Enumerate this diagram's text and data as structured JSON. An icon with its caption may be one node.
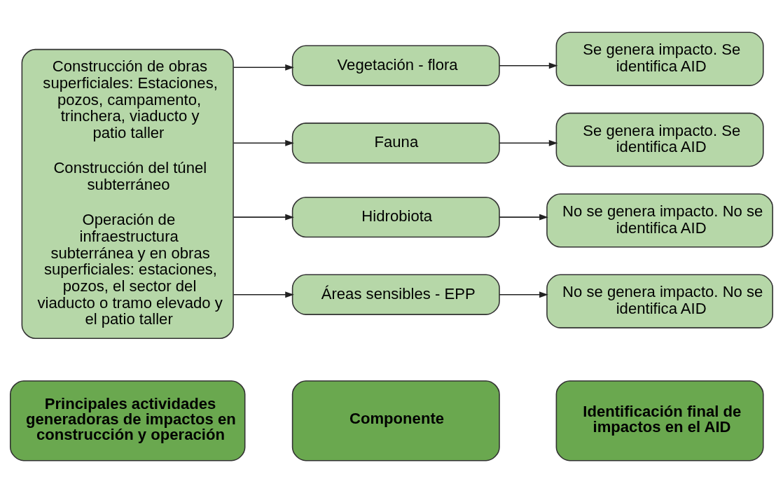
{
  "diagram": {
    "nodes": [
      {
        "text": [
          "Principales actividades generadoras de impactos en construcción y operación"
        ]
      },
      {
        "text": [
          "Componente"
        ]
      },
      {
        "text": [
          "Identificación final de impactos en el AID"
        ]
      },
      {
        "text": [
          "Construcción de obras superficiales: Estaciones, pozos, campamento, trinchera, viaducto y patio taller",
          "Construcción del túnel subterráneo",
          "Operación de infraestructura subterránea y en obras superficiales: estaciones, pozos, el sector del viaducto o tramo elevado y el patio taller"
        ]
      },
      {
        "text": [
          "Vegetación - flora"
        ]
      },
      {
        "text": [
          "Se genera impacto. Se identifica AID"
        ]
      },
      {
        "text": [
          "Fauna"
        ]
      },
      {
        "text": [
          "Se genera impacto. Se identifica AID"
        ]
      },
      {
        "text": [
          "Hidrobiota"
        ]
      },
      {
        "text": [
          "No se genera impacto. No se identifica AID"
        ]
      },
      {
        "text": [
          "Áreas sensibles - EPP"
        ]
      },
      {
        "text": [
          "No se genera impacto. No se identifica AID"
        ]
      }
    ],
    "edges": [
      {
        "from": 3,
        "to": 4,
        "arrow": "to"
      },
      {
        "from": 3,
        "to": 6,
        "arrow": "to"
      },
      {
        "from": 3,
        "to": 8,
        "arrow": "to"
      },
      {
        "from": 3,
        "to": 10,
        "arrow": "to"
      },
      {
        "from": 4,
        "to": 5,
        "arrow": "to"
      },
      {
        "from": 6,
        "to": 7,
        "arrow": "to"
      },
      {
        "from": 8,
        "to": 9,
        "arrow": "to"
      },
      {
        "from": 10,
        "to": 11,
        "arrow": "to"
      }
    ]
  }
}
